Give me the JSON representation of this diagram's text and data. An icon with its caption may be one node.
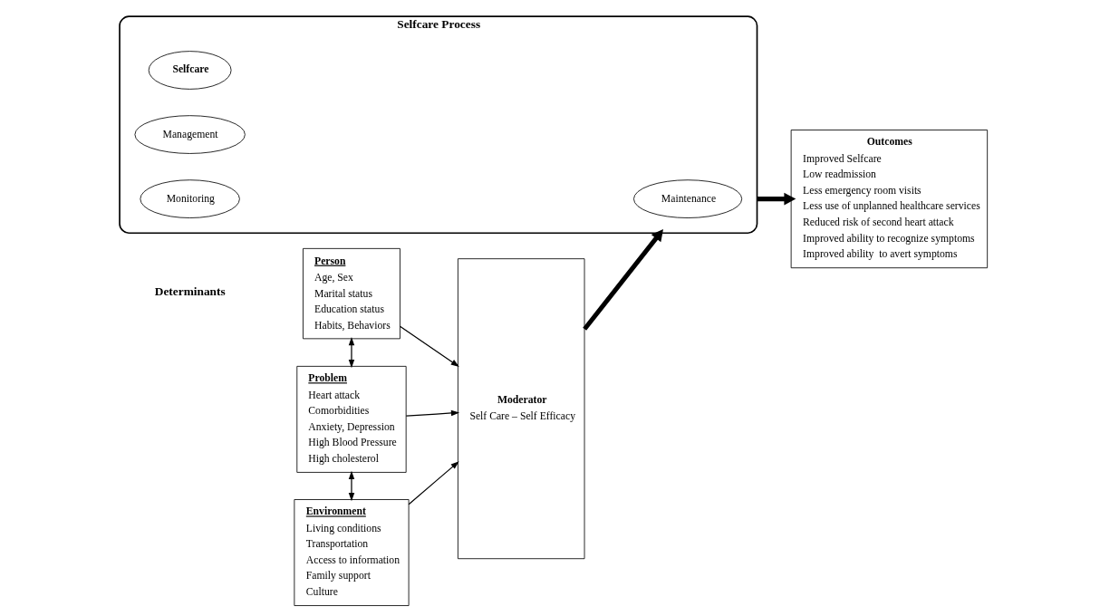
{
  "diagram": {
    "nodes": [
      {
        "text": [
          "Person",
          "Age, Sex",
          "Marital status",
          "Education status",
          "Habits, Behaviors"
        ]
      },
      {
        "text": [
          "Problem",
          "Heart attack",
          "Comorbidities",
          "Anxiety, Depression",
          "High Blood Pressure",
          "High cholesterol"
        ]
      },
      {
        "text": [
          "Environment",
          "Living conditions",
          "Transportation",
          "Access to information",
          "Family support",
          "Culture"
        ]
      },
      {
        "text": [
          "Moderator",
          "Self Care – Self Efficacy"
        ]
      },
      {
        "text": [
          "Selfcare Process"
        ]
      },
      {
        "text": [
          "Maintenance"
        ],
        "in": 4
      },
      {
        "text": [
          "Selfcare"
        ],
        "in": 4
      },
      {
        "text": [
          "Management"
        ],
        "in": 4
      },
      {
        "text": [
          "Monitoring"
        ],
        "in": 4
      },
      {
        "text": [
          "Outcomes",
          "Improved Selfcare",
          "Low readmission",
          "Less emergency room visits",
          "Less use of unplanned healthcare services",
          "Reduced risk of second heart attack",
          "Improved ability to recognize symptoms",
          "Improved ability  to avert symptoms"
        ]
      }
    ],
    "edges": [
      {
        "from": 0,
        "to": 3,
        "arrow": "to"
      },
      {
        "from": 1,
        "to": 3,
        "arrow": "to"
      },
      {
        "from": 2,
        "to": 3,
        "arrow": "to"
      },
      {
        "from": 0,
        "to": 1,
        "arrow": "both"
      },
      {
        "from": 1,
        "to": 2,
        "arrow": "both"
      },
      {
        "from": 3,
        "to": 4,
        "arrow": "to",
        "style": "thick"
      },
      {
        "from": 4,
        "to": 9,
        "arrow": "to",
        "style": "thick"
      }
    ],
    "labels": [
      "Determinants"
    ]
  }
}
